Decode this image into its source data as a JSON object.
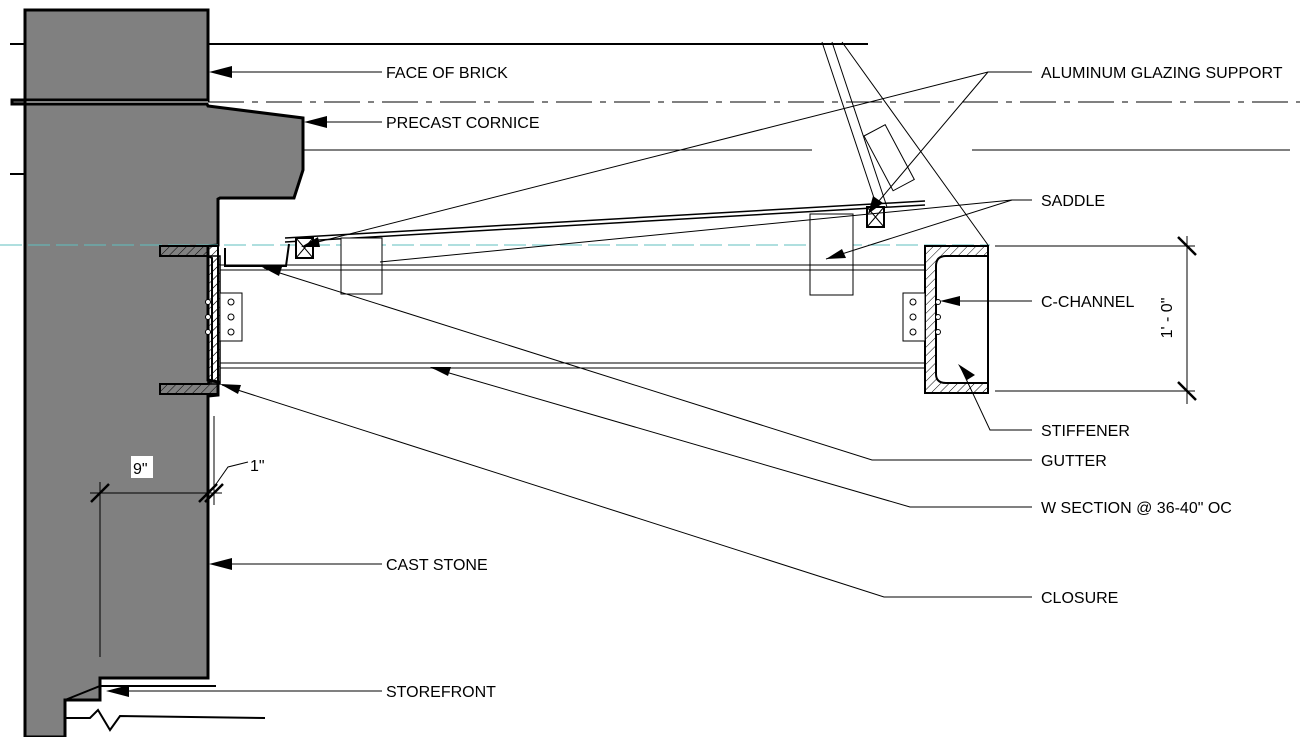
{
  "labels": {
    "face_of_brick": "FACE OF BRICK",
    "precast_cornice": "PRECAST CORNICE",
    "aluminum_glazing_support": "ALUMINUM GLAZING SUPPORT",
    "saddle": "SADDLE",
    "c_channel": "C-CHANNEL",
    "stiffener": "STIFFENER",
    "gutter": "GUTTER",
    "w_section": "W SECTION @ 36-40\" OC",
    "cast_stone": "CAST STONE",
    "closure": "CLOSURE",
    "storefront": "STOREFRONT"
  },
  "dimensions": {
    "depth": "1' - 0\"",
    "stone_width": "9\"",
    "gap": "1\""
  },
  "colors": {
    "stone": "#808080",
    "line": "#000000",
    "centerline": "#5fbfbf"
  }
}
